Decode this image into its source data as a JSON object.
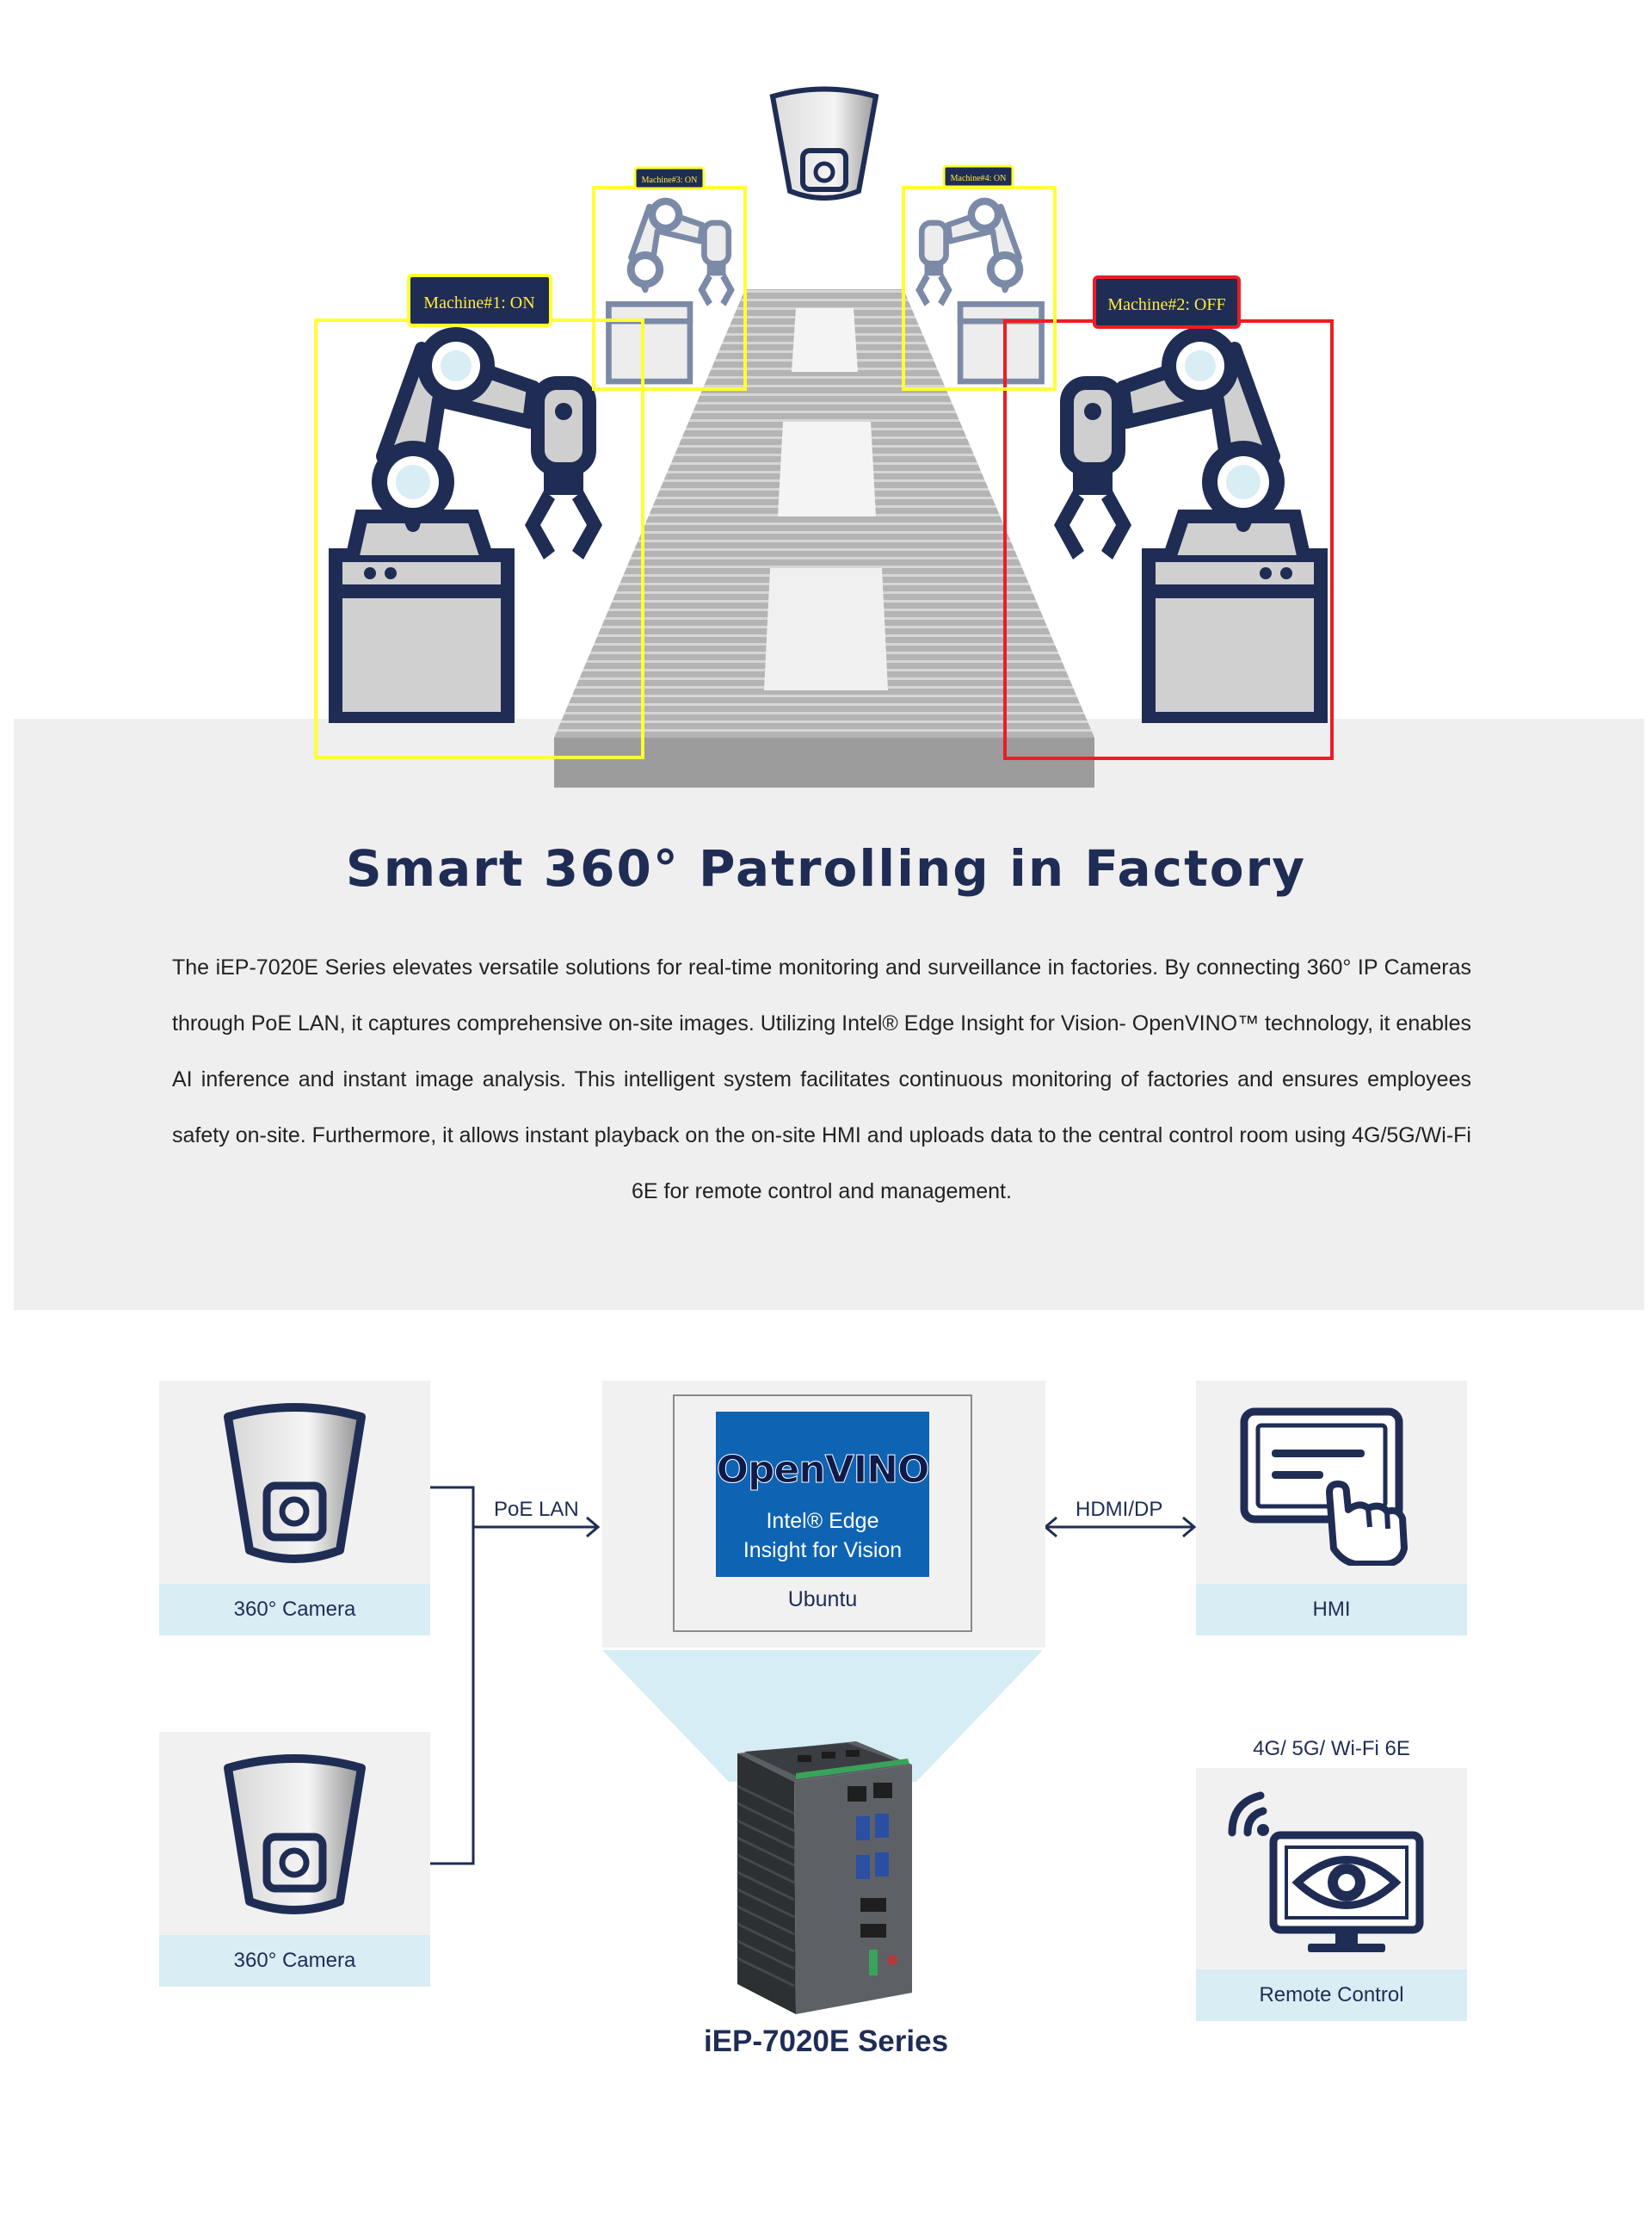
{
  "scene": {
    "machines": [
      {
        "label": "Machine#1: ON",
        "status": "on"
      },
      {
        "label": "Machine#2: OFF",
        "status": "off"
      },
      {
        "label": "Machine#3: ON",
        "status": "on"
      },
      {
        "label": "Machine#4: ON",
        "status": "on"
      }
    ],
    "colors": {
      "on": "#ffff33",
      "off": "#ee1c24",
      "navy": "#1f2d55",
      "band": "#efefef"
    }
  },
  "headline": {
    "title": "Smart 360° Patrolling in Factory",
    "description": "The iEP-7020E Series elevates versatile solutions for real-time monitoring and surveillance in factories. By connecting 360° IP Cameras through PoE LAN, it captures comprehensive on-site images. Utilizing Intel® Edge Insight for Vision- OpenVINO™ technology, it enables AI inference and instant image analysis. This intelligent system facilitates continuous monitoring of factories and ensures employees safety on-site. Furthermore, it allows instant playback on the on-site HMI and uploads data to the central control room using 4G/5G/Wi-Fi 6E for remote control and management."
  },
  "diagram": {
    "camera_1": {
      "label": "360° Camera",
      "icon": "dome-camera-icon"
    },
    "camera_2": {
      "label": "360° Camera",
      "icon": "dome-camera-icon"
    },
    "poe_label": "PoE LAN",
    "hdmi_label": "HDMI/DP",
    "openvino": {
      "logo": "OpenVINO",
      "line1": "Intel® Edge",
      "line2": "Insight for Vision"
    },
    "os_label": "Ubuntu",
    "hmi": {
      "label": "HMI",
      "icon": "touch-screen-icon"
    },
    "wireless_label": "4G/ 5G/ Wi-Fi 6E",
    "remote": {
      "label": "Remote Control",
      "icon": "monitor-eye-icon"
    },
    "device": {
      "name": "iEP-7020E Series",
      "icon": "industrial-pc-icon"
    },
    "colors": {
      "panel": "#f1f1f2",
      "caption": "#d8edf4",
      "openvino_blue": "#0e63b3",
      "beam": "#d6edf5"
    }
  }
}
